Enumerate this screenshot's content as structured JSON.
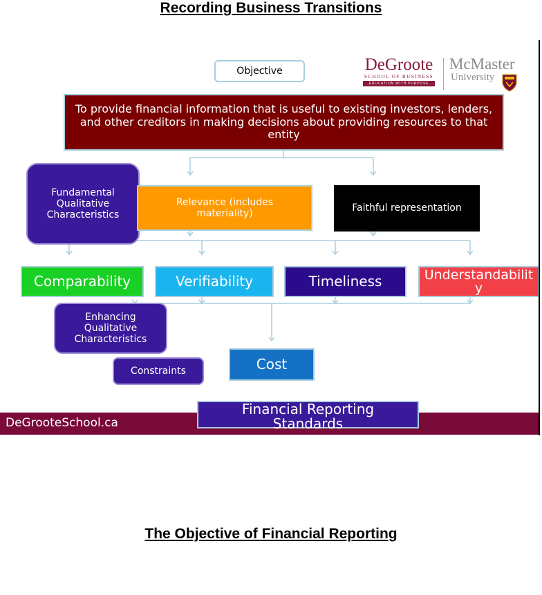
{
  "document": {
    "heading_top": "Recording Business Transitions",
    "heading_bottom": "The Objective of Financial Reporting"
  },
  "slide": {
    "objective_label": "Objective",
    "objective_statement": "To provide financial information that is useful to existing  investors, lenders, and other creditors in making decisions about providing resources to that entity",
    "fundamental_label": "Fundamental Qualitative Characteristics",
    "relevance_label": "Relevance (includes materiality)",
    "faithful_label": "Faithful representation",
    "enhancing": [
      {
        "label": "Comparability",
        "color": "#19d124"
      },
      {
        "label": "Verifiability",
        "color": "#1ab4ef"
      },
      {
        "label": "Timeliness",
        "color": "#2b0a8c"
      },
      {
        "label": "Understandability",
        "color": "#f24048"
      }
    ],
    "enhancing_label": "Enhancing Qualitative Characteristics",
    "constraints_label": "Constraints",
    "cost_label": "Cost",
    "standards_label": "Financial Reporting Standards",
    "footer_text": "DeGrooteSchool.ca",
    "logos": {
      "degroote_name": "DeGroote",
      "degroote_school": "SCHOOL OF BUSINESS",
      "degroote_tagline": "EDUCATION WITH PURPOSE",
      "mcmaster_name": "McMaster",
      "mcmaster_university": "University"
    },
    "colors": {
      "objective_statement_bg": "#7a0000",
      "relevance_bg": "#ff9900",
      "faithful_bg": "#000000",
      "purple_box_bg": "#3a1a9a",
      "cost_bg": "#1571c4",
      "footer_bg": "#7a0a38",
      "connector": "#a9cfe0"
    }
  }
}
